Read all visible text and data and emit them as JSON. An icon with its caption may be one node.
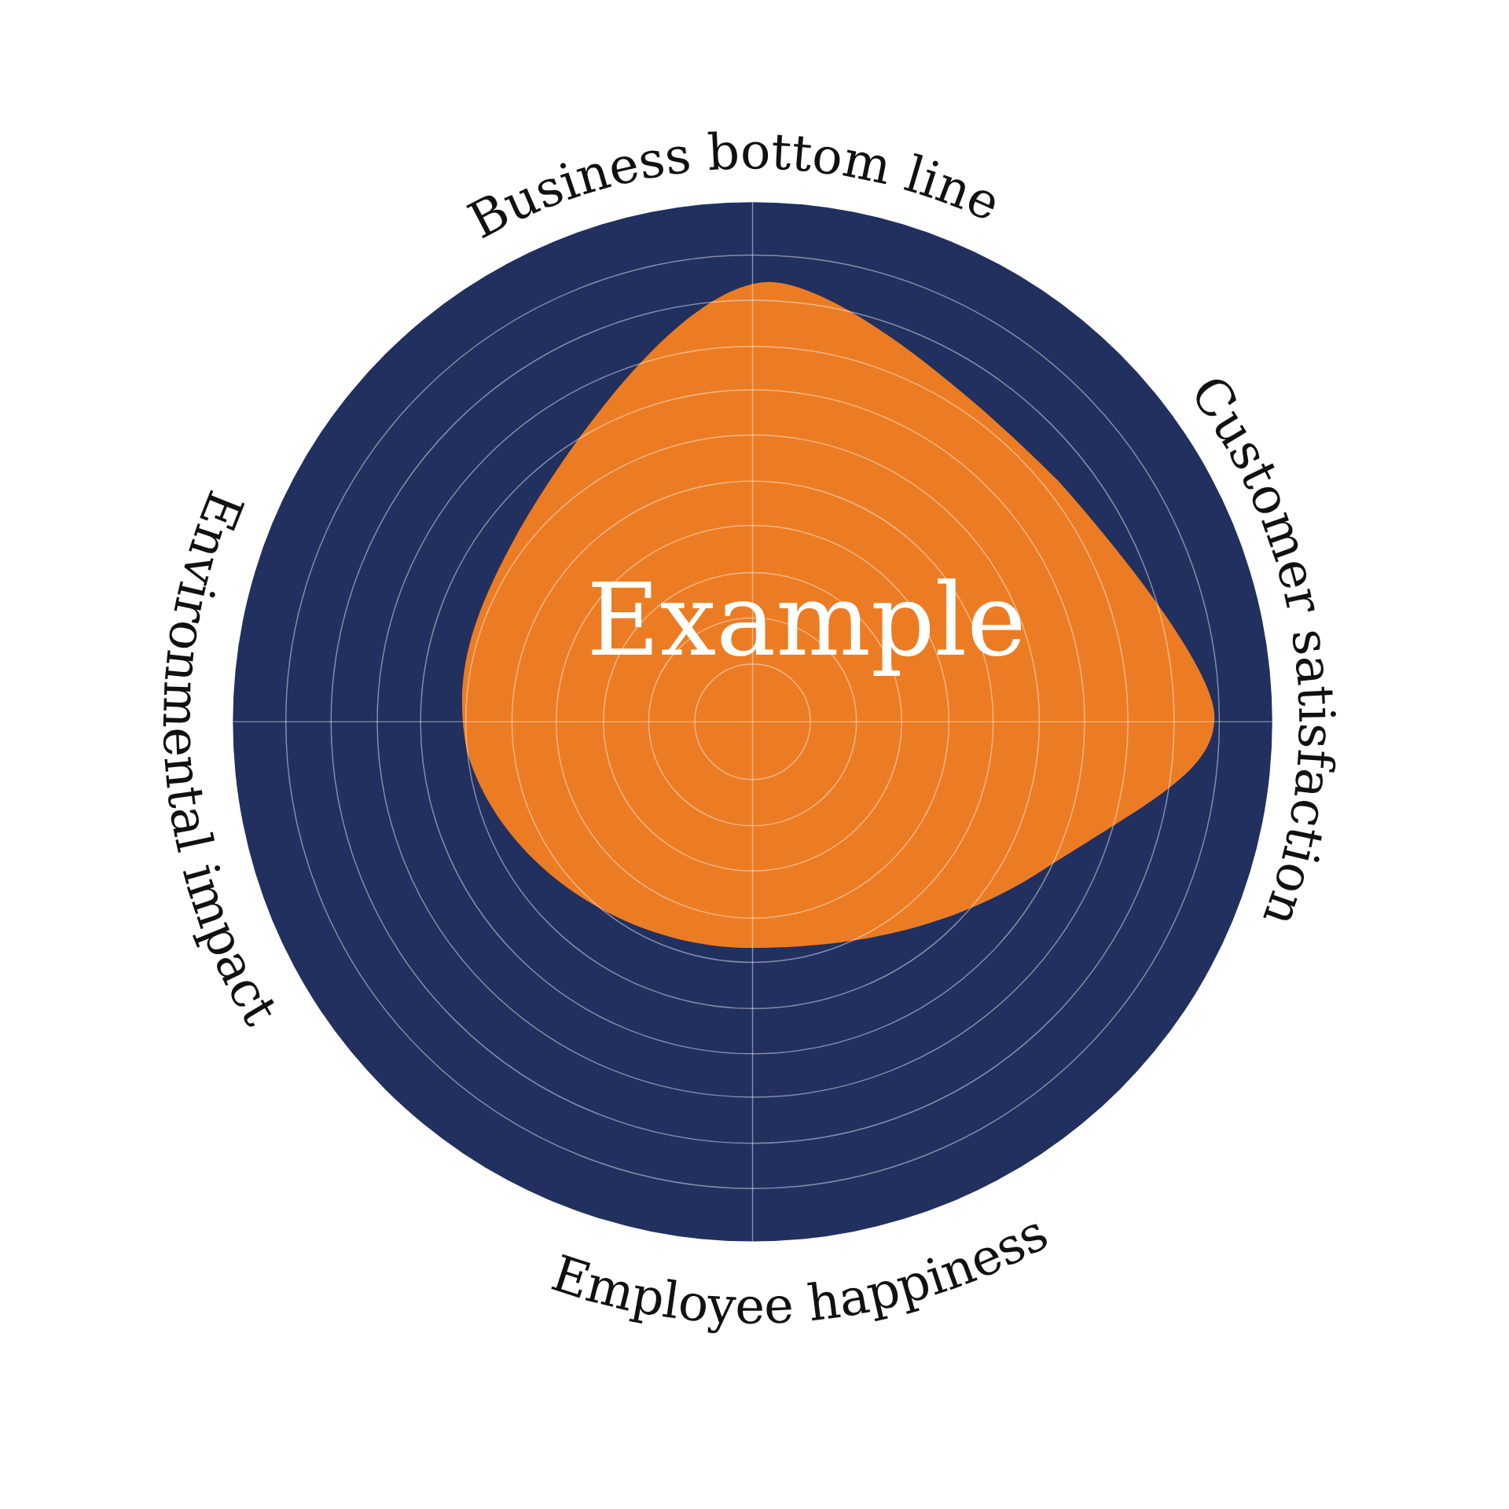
{
  "diagram": {
    "labels": [
      "Business bottom line",
      "Customer satisfaction",
      "Environmental impact",
      "Employee happiness",
      "Example"
    ]
  }
}
